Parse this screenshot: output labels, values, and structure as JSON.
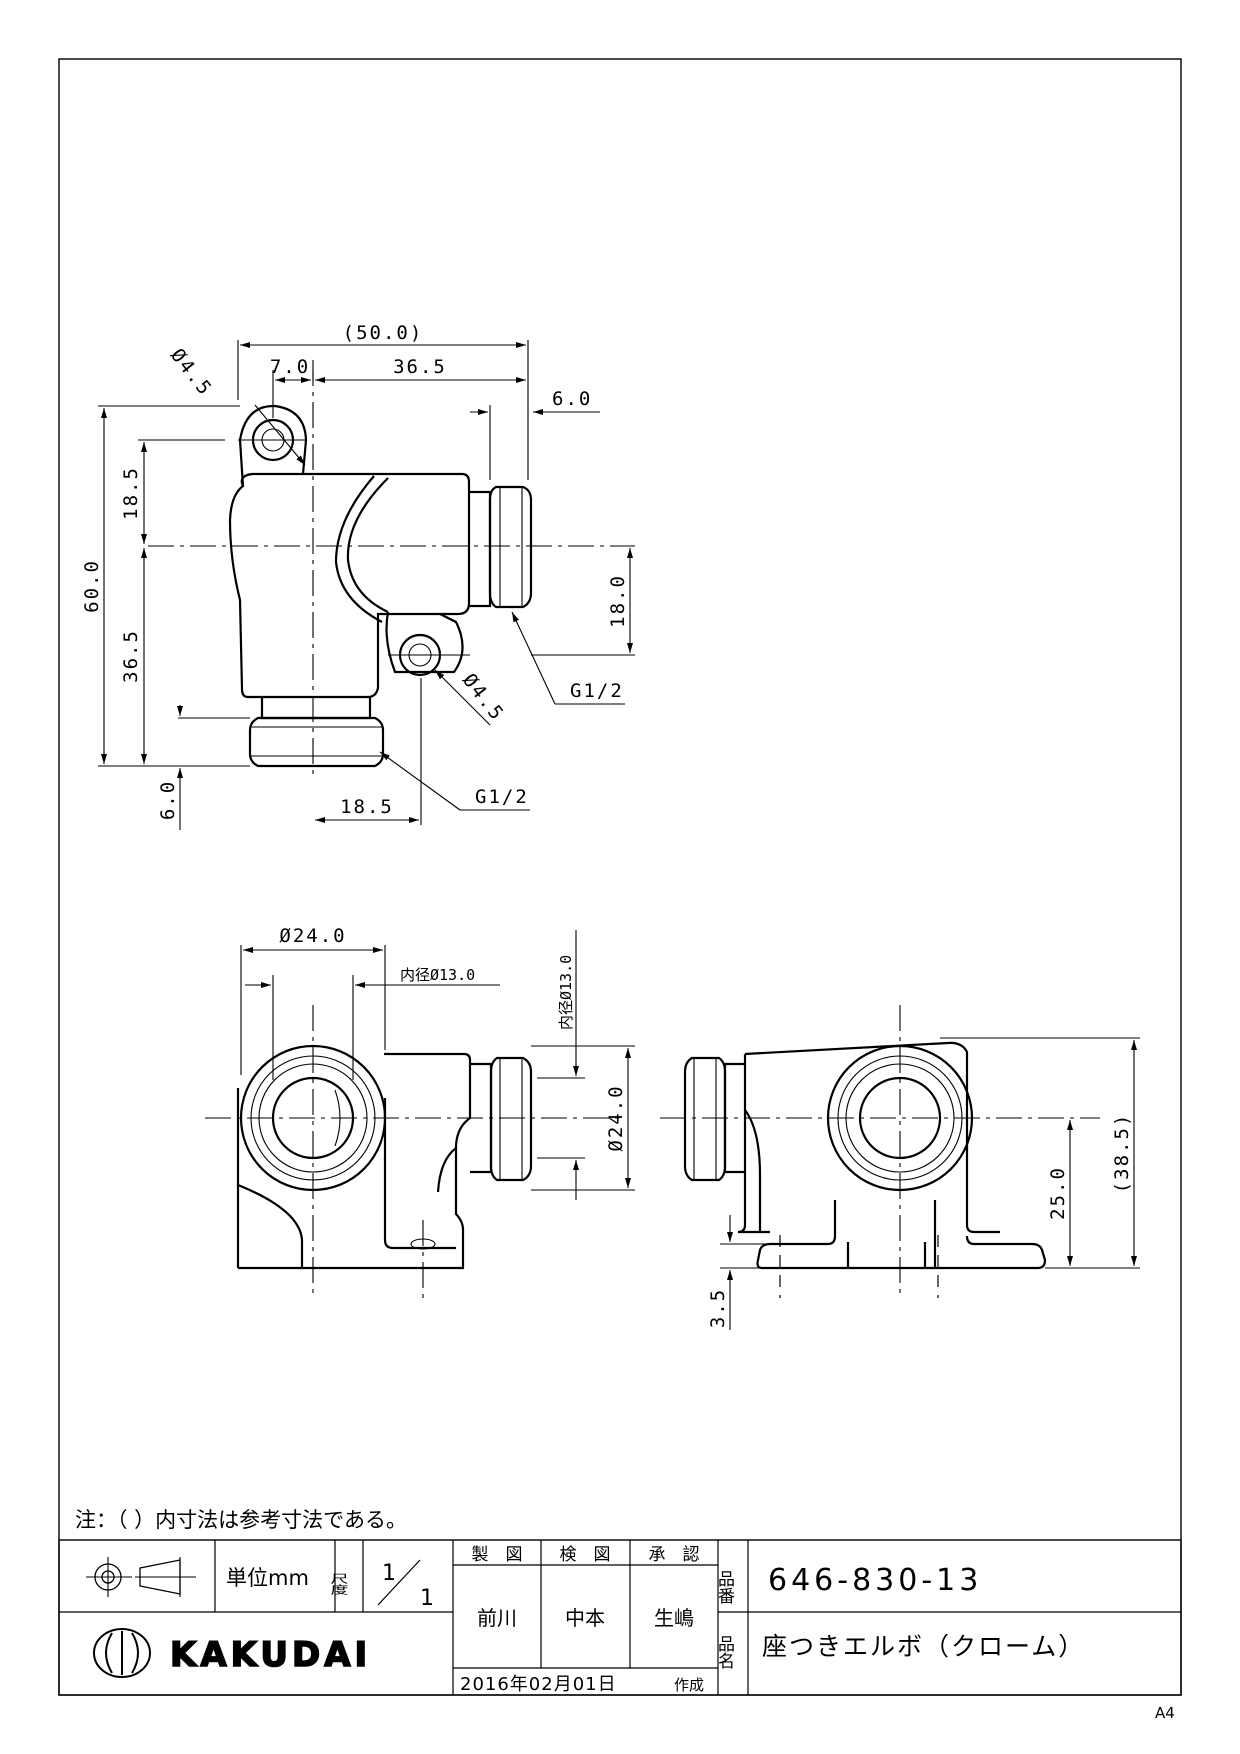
{
  "note": "注：（ ）内寸法は参考寸法である。",
  "paper_size": "A4",
  "title_block": {
    "unit_label": "単位mm",
    "scale_label": "尺度",
    "scale_num": "1",
    "scale_den": "1",
    "made_header": "製　図",
    "checked_header": "検　図",
    "approved_header": "承　認",
    "made_by": "前川",
    "checked_by": "中本",
    "approved_by": "生嶋",
    "date": "2016年02月01日",
    "created_label": "作成",
    "part_no_label": "品番",
    "part_no": "646-830-13",
    "part_name_label": "品名",
    "part_name": "座つきエルボ（クローム）",
    "brand": "KAKUDAI"
  },
  "dimensions": {
    "overall_width": "(50.0)",
    "left_offset": "7.0",
    "right_span": "36.5",
    "hole_dia_top": "Ø4.5",
    "nipple_len_right": "6.0",
    "height_overall": "60.0",
    "upper_height": "18.5",
    "lower_height": "36.5",
    "right_thread_width": "18.0",
    "thread_right": "G1/2",
    "hole_dia_bottom": "Ø4.5",
    "nipple_len_bottom": "6.0",
    "bottom_offset": "18.5",
    "thread_bottom": "G1/2",
    "outer_dia_front": "Ø24.0",
    "inner_dia_front": "内径Ø13.0",
    "inner_dia_side": "内径Ø13.0",
    "outer_dia_side": "Ø24.0",
    "center_height": "25.0",
    "total_height": "(38.5)",
    "base_thickness": "3.5"
  }
}
